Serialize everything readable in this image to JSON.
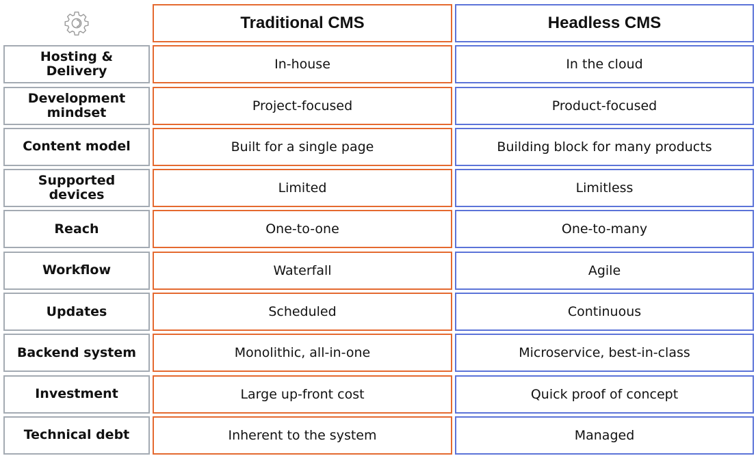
{
  "header": {
    "corner_icon": "gear-icon",
    "columns": [
      "Traditional CMS",
      "Headless CMS"
    ]
  },
  "colors": {
    "traditional_border": "#e4692f",
    "headless_border": "#5b73d8",
    "label_border": "#a3aab2"
  },
  "rows": [
    {
      "label": "Hosting & Delivery",
      "traditional": "In-house",
      "headless": "In the cloud"
    },
    {
      "label": "Development mindset",
      "traditional": "Project-focused",
      "headless": "Product-focused"
    },
    {
      "label": "Content model",
      "traditional": "Built for a single page",
      "headless": "Building block for many products"
    },
    {
      "label": "Supported devices",
      "traditional": "Limited",
      "headless": "Limitless"
    },
    {
      "label": "Reach",
      "traditional": "One-to-one",
      "headless": "One-to-many"
    },
    {
      "label": "Workflow",
      "traditional": "Waterfall",
      "headless": "Agile"
    },
    {
      "label": "Updates",
      "traditional": "Scheduled",
      "headless": "Continuous"
    },
    {
      "label": "Backend system",
      "traditional": "Monolithic, all-in-one",
      "headless": "Microservice, best-in-class"
    },
    {
      "label": "Investment",
      "traditional": "Large up-front cost",
      "headless": "Quick proof of concept"
    },
    {
      "label": "Technical debt",
      "traditional": "Inherent to the system",
      "headless": "Managed"
    }
  ]
}
